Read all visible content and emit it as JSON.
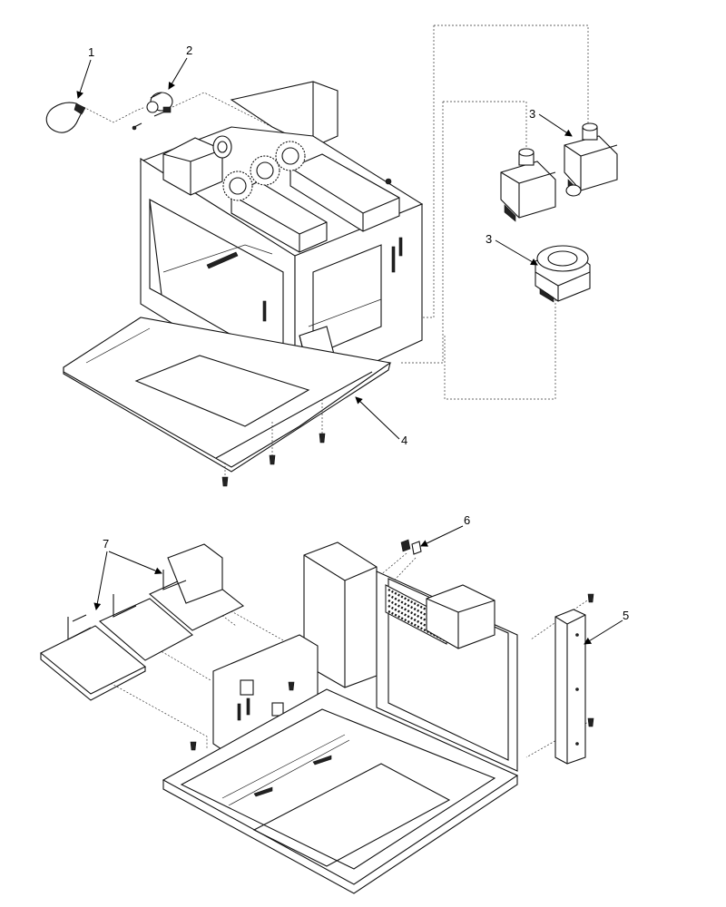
{
  "callouts": [
    {
      "id": "1",
      "text": "1"
    },
    {
      "id": "2",
      "text": "2"
    },
    {
      "id": "3a",
      "text": "3"
    },
    {
      "id": "3b",
      "text": "3"
    },
    {
      "id": "4",
      "text": "4"
    },
    {
      "id": "5",
      "text": "5"
    },
    {
      "id": "6",
      "text": "6"
    },
    {
      "id": "7",
      "text": "7"
    }
  ],
  "icons": {
    "bulb": "light-bulb-icon",
    "socket": "lamp-socket-icon",
    "magnetron": "magnetron-icon",
    "screw": "screw-icon"
  }
}
